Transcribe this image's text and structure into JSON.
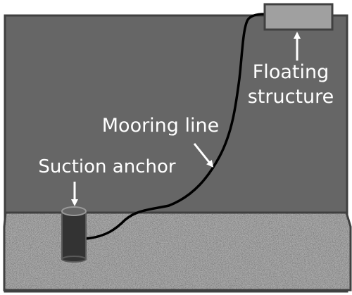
{
  "labels": {
    "floating_structure_line1": "Floating",
    "floating_structure_line2": "structure",
    "mooring_line": "Mooring line",
    "suction_anchor": "Suction anchor"
  },
  "colors": {
    "water": "#666666",
    "water_border": "#404040",
    "seabed": "#a6a6a6",
    "floater": "#a0a0a0",
    "anchor": "#333333",
    "mooring_line": "#000000",
    "label_text": "#ffffff"
  }
}
